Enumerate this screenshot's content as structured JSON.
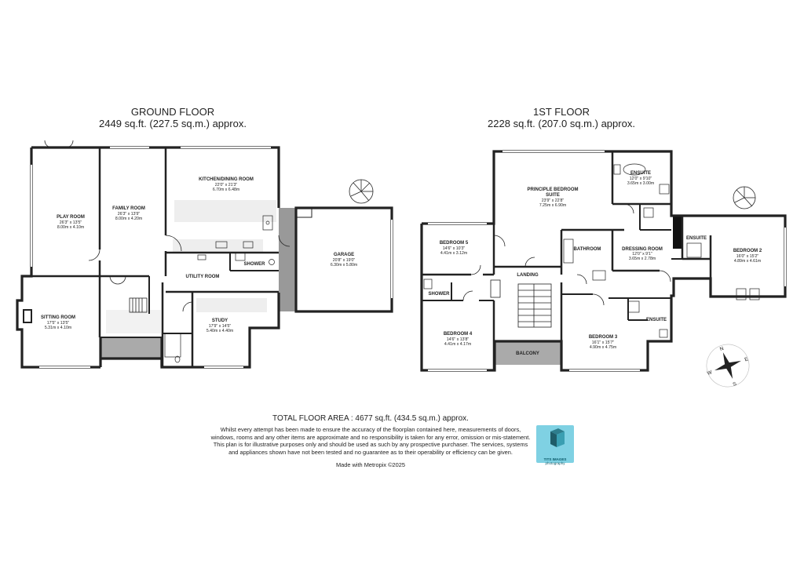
{
  "ground_floor": {
    "title": "GROUND FLOOR",
    "area": "2449 sq.ft. (227.5 sq.m.) approx.",
    "rooms": {
      "play_room": {
        "name": "PLAY ROOM",
        "imperial": "26'3\" x 13'5\"",
        "metric": "8.00m x 4.10m"
      },
      "family_room": {
        "name": "FAMILY ROOM",
        "imperial": "26'3\" x 13'9\"",
        "metric": "8.00m x 4.20m"
      },
      "kitchen": {
        "name": "KITCHEN/DINING ROOM",
        "imperial": "22'0\" x 21'3\"",
        "metric": "6.70m x 6.48m"
      },
      "shower": {
        "name": "SHOWER"
      },
      "utility": {
        "name": "UTILITY ROOM"
      },
      "sitting_room": {
        "name": "SITTING ROOM",
        "imperial": "17'5\" x 13'5\"",
        "metric": "5.31m x 4.10m"
      },
      "study": {
        "name": "STUDY",
        "imperial": "17'9\" x 14'5\"",
        "metric": "5.40m x 4.40m"
      },
      "garage": {
        "name": "GARAGE",
        "imperial": "20'8\" x 19'0\"",
        "metric": "6.30m x 5.80m"
      }
    }
  },
  "first_floor": {
    "title": "1ST FLOOR",
    "area": "2228 sq.ft. (207.0 sq.m.) approx.",
    "rooms": {
      "principle": {
        "name1": "PRINCIPLE BEDROOM",
        "name2": "SUITE",
        "imperial": "23'9\" x 22'8\"",
        "metric": "7.25m x 6.90m"
      },
      "ensuite1": {
        "name": "ENSUITE",
        "imperial": "12'0\" x 9'10\"",
        "metric": "3.65m x 3.00m"
      },
      "bedroom5": {
        "name": "BEDROOM 5",
        "imperial": "14'6\" x 10'3\"",
        "metric": "4.41m x 3.12m"
      },
      "bathroom": {
        "name": "BATHROOM"
      },
      "dressing": {
        "name": "DRESSING ROOM",
        "imperial": "12'0\" x 9'1\"",
        "metric": "3.65m x 2.78m"
      },
      "ensuite2": {
        "name": "ENSUITE"
      },
      "bedroom2": {
        "name": "BEDROOM 2",
        "imperial": "16'0\" x 15'2\"",
        "metric": "4.89m x 4.61m"
      },
      "landing": {
        "name": "LANDING"
      },
      "shower": {
        "name": "SHOWER"
      },
      "bedroom4": {
        "name": "BEDROOM 4",
        "imperial": "14'6\" x 13'8\"",
        "metric": "4.41m x 4.17m"
      },
      "balcony": {
        "name": "BALCONY"
      },
      "bedroom3": {
        "name": "BEDROOM 3",
        "imperial": "16'1\" x 15'7\"",
        "metric": "4.90m x 4.75m"
      },
      "ensuite3": {
        "name": "ENSUITE"
      }
    }
  },
  "compass": {
    "n": "N",
    "s": "S",
    "e": "E",
    "w": "W"
  },
  "total": "TOTAL FLOOR AREA : 4677 sq.ft. (434.5 sq.m.) approx.",
  "disclaimer": "Whilst every attempt has been made to ensure the accuracy of the floorplan contained here, measurements of doors, windows, rooms and any other items are approximate and no responsibility is taken for any error, omission or mis-statement. This plan is for illustrative purposes only and should be used as such by any prospective purchaser. The services, systems and appliances shown have not been tested and no guarantee as to their operability or efficiency can be given.",
  "made_with": "Made with Metropix ©2025",
  "logo": {
    "text": "TITS IMAGES",
    "subtext": "photography",
    "color": "#7fd1e3"
  }
}
